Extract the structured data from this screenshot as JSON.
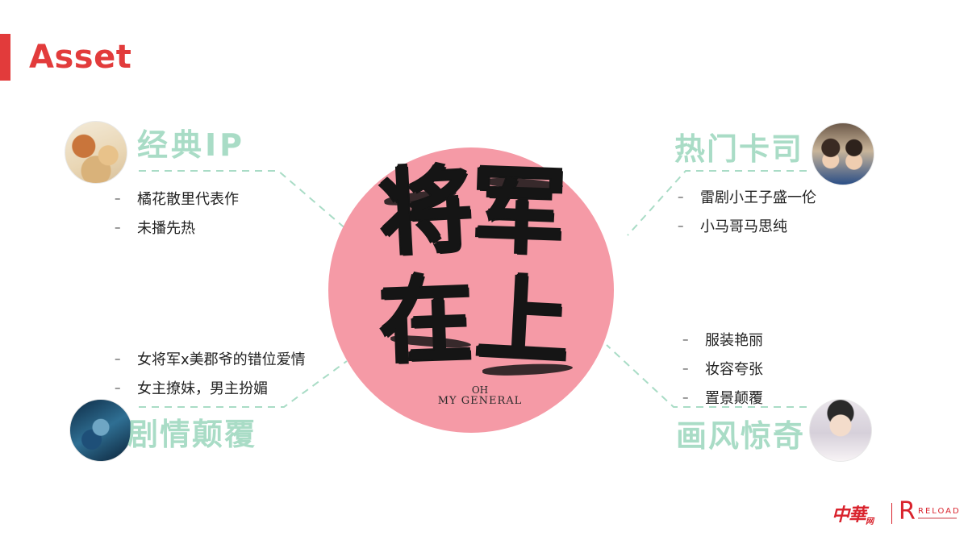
{
  "slide": {
    "title": "Asset"
  },
  "poster": {
    "chars": [
      "将",
      "军",
      "在",
      "上"
    ],
    "logo_line1": "OH",
    "logo_line2": "MY GENERAL"
  },
  "quadrants": {
    "top_left": {
      "heading": "经典IP",
      "items": [
        "橘花散里代表作",
        "未播先热"
      ]
    },
    "top_right": {
      "heading": "热门卡司",
      "items": [
        "雷剧小王子盛一伦",
        "小马哥马思纯"
      ]
    },
    "bottom_left": {
      "heading": "剧情颠覆",
      "items": [
        "女将军x美郡爷的错位爱情",
        "女主撩妹，男主扮媚"
      ]
    },
    "bottom_right": {
      "heading": "画风惊奇",
      "items": [
        "服装艳丽",
        "妆容夸张",
        "置景颠覆"
      ]
    }
  },
  "bullet_marker": "–",
  "footer": {
    "logo_main": "中華",
    "logo_small": "网",
    "logo_r": "R",
    "logo_reload": "RELOAD"
  },
  "colors": {
    "accent_red": "#e23b3b",
    "heading_green": "#a9dcc6",
    "circle_pink": "#f59aa6",
    "dash_line": "#a9dcc6"
  }
}
